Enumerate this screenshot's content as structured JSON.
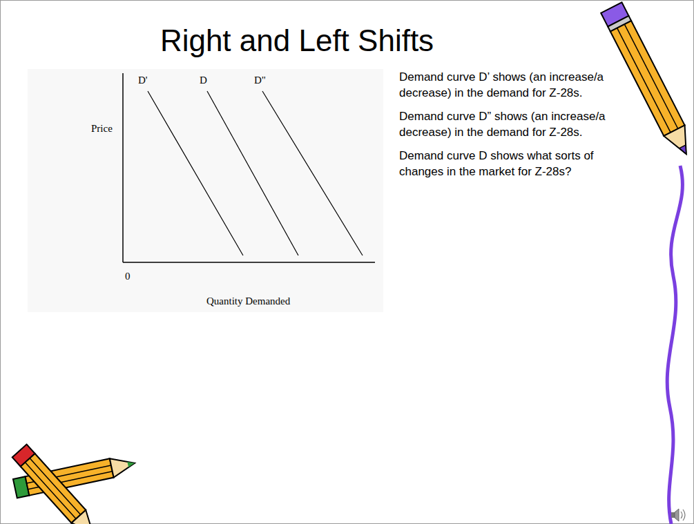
{
  "diagram": {
    "title": "Right and Left Shifts",
    "labels": [
      "D'",
      "D",
      "D\"",
      "Price",
      "0",
      "Quantity Demanded",
      "Demand curve D’ shows (an increase/a decrease) in the demand for Z-28s.",
      "Demand curve D” shows (an increase/a decrease) in the demand for Z-28s.",
      "Demand curve D shows what sorts of changes in the market for Z-28s?"
    ]
  }
}
